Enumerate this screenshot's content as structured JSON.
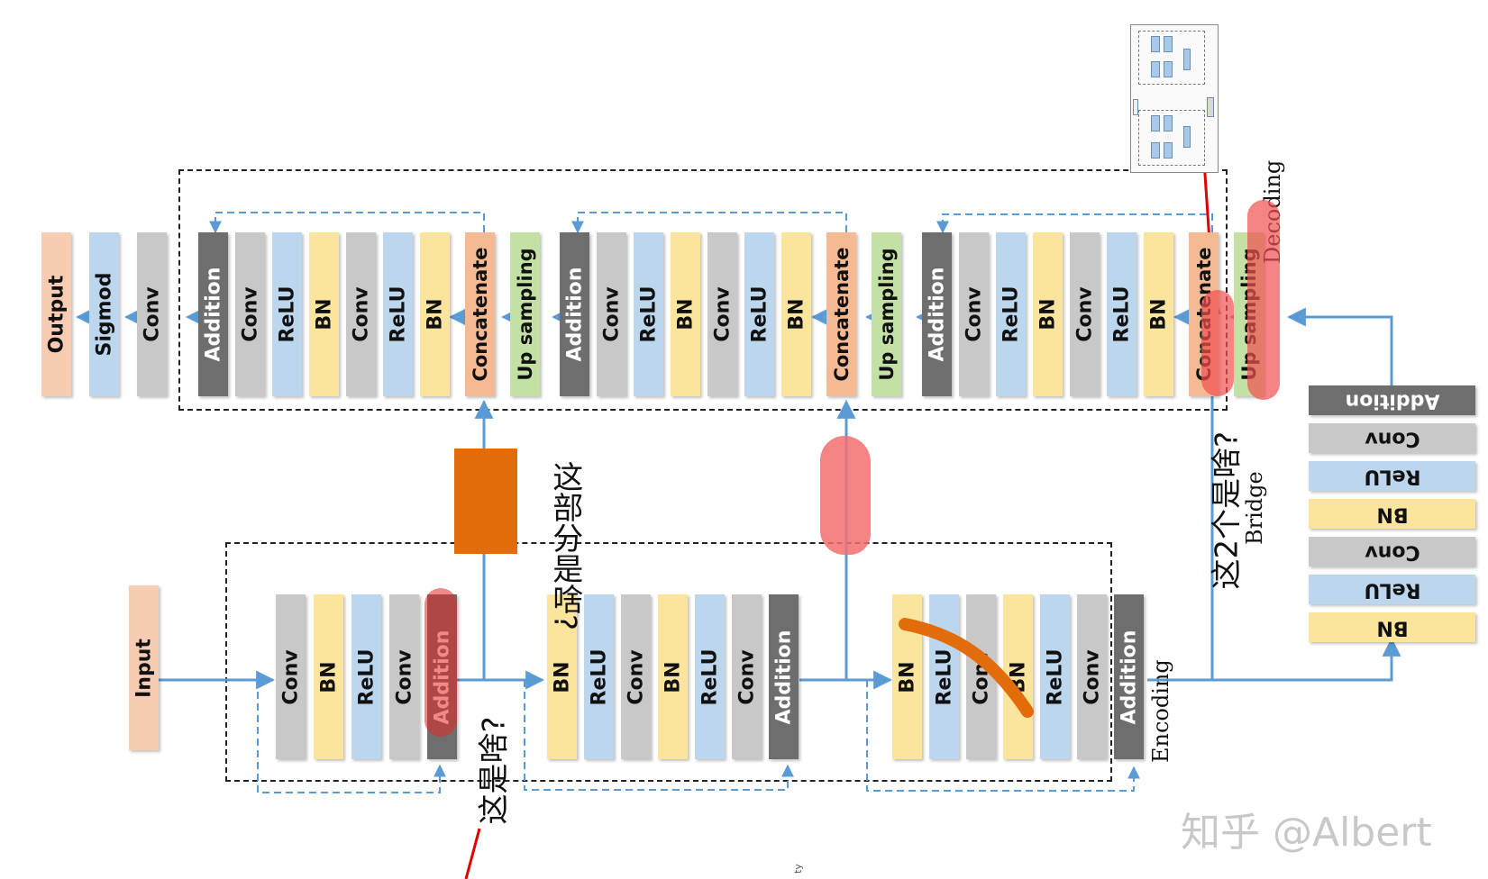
{
  "colors": {
    "conv": "#c8c8c8",
    "bn": "#fbe59d",
    "relu": "#bcd6ee",
    "addition": "#6e6e6e",
    "concatenate": "#f5b993",
    "upsampling": "#c4e1a5",
    "io": "#f8ccb3",
    "sigmod": "#bcd6ee",
    "arrow": "#5b9bd5",
    "highlight": "#f26666",
    "orange": "#e36c0a"
  },
  "sections": {
    "encoding": "Encoding",
    "decoding": "Decoding",
    "bridge": "Bridge"
  },
  "input_block": {
    "label": "Input",
    "type": "io"
  },
  "output_chain": [
    {
      "label": "Output",
      "type": "io"
    },
    {
      "label": "Sigmod",
      "type": "sigmod"
    },
    {
      "label": "Conv",
      "type": "conv"
    }
  ],
  "decoder_blocks": [
    {
      "label": "Addition",
      "type": "addition"
    },
    {
      "label": "Conv",
      "type": "conv"
    },
    {
      "label": "ReLU",
      "type": "relu"
    },
    {
      "label": "BN",
      "type": "bn"
    },
    {
      "label": "Conv",
      "type": "conv"
    },
    {
      "label": "ReLU",
      "type": "relu"
    },
    {
      "label": "BN",
      "type": "bn"
    },
    {
      "label": "Concatenate",
      "type": "concatenate"
    },
    {
      "label": "Up sampling",
      "type": "upsampling"
    },
    {
      "label": "Addition",
      "type": "addition"
    },
    {
      "label": "Conv",
      "type": "conv"
    },
    {
      "label": "ReLU",
      "type": "relu"
    },
    {
      "label": "BN",
      "type": "bn"
    },
    {
      "label": "Conv",
      "type": "conv"
    },
    {
      "label": "ReLU",
      "type": "relu"
    },
    {
      "label": "BN",
      "type": "bn"
    },
    {
      "label": "Concatenate",
      "type": "concatenate"
    },
    {
      "label": "Up sampling",
      "type": "upsampling"
    },
    {
      "label": "Addition",
      "type": "addition"
    },
    {
      "label": "Conv",
      "type": "conv"
    },
    {
      "label": "ReLU",
      "type": "relu"
    },
    {
      "label": "BN",
      "type": "bn"
    },
    {
      "label": "Conv",
      "type": "conv"
    },
    {
      "label": "ReLU",
      "type": "relu"
    },
    {
      "label": "BN",
      "type": "bn"
    },
    {
      "label": "Concatenate",
      "type": "concatenate"
    },
    {
      "label": "Up sampling",
      "type": "upsampling"
    }
  ],
  "encoder_blocks": [
    {
      "label": "Conv",
      "type": "conv"
    },
    {
      "label": "BN",
      "type": "bn"
    },
    {
      "label": "ReLU",
      "type": "relu"
    },
    {
      "label": "Conv",
      "type": "conv"
    },
    {
      "label": "Addition",
      "type": "addition"
    },
    {
      "label": "BN",
      "type": "bn"
    },
    {
      "label": "ReLU",
      "type": "relu"
    },
    {
      "label": "Conv",
      "type": "conv"
    },
    {
      "label": "BN",
      "type": "bn"
    },
    {
      "label": "ReLU",
      "type": "relu"
    },
    {
      "label": "Conv",
      "type": "conv"
    },
    {
      "label": "Addition",
      "type": "addition"
    },
    {
      "label": "BN",
      "type": "bn"
    },
    {
      "label": "ReLU",
      "type": "relu"
    },
    {
      "label": "Conv",
      "type": "conv"
    },
    {
      "label": "BN",
      "type": "bn"
    },
    {
      "label": "ReLU",
      "type": "relu"
    },
    {
      "label": "Conv",
      "type": "conv"
    },
    {
      "label": "Addition",
      "type": "addition"
    }
  ],
  "bridge_blocks": [
    {
      "label": "Addition",
      "type": "addition"
    },
    {
      "label": "Conv",
      "type": "conv"
    },
    {
      "label": "ReLU",
      "type": "relu"
    },
    {
      "label": "BN",
      "type": "bn"
    },
    {
      "label": "Conv",
      "type": "conv"
    },
    {
      "label": "ReLU",
      "type": "relu"
    },
    {
      "label": "BN",
      "type": "bn"
    }
  ],
  "annotations": {
    "q_middle": "这部分是啥?",
    "q_addition": "这是啥?",
    "q_right": "这2个是啥?"
  },
  "watermark": "知乎 @Albert",
  "stray_text": "ty"
}
